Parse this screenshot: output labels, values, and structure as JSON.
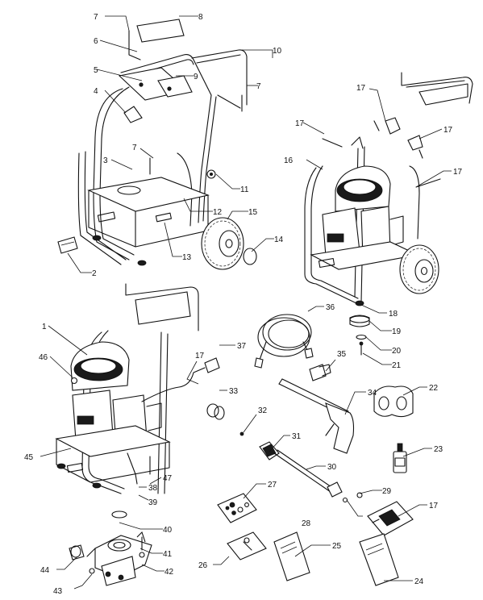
{
  "diagram": {
    "part_numbers": [
      "1",
      "2",
      "3",
      "4",
      "5",
      "6",
      "7",
      "8",
      "9",
      "10",
      "11",
      "12",
      "13",
      "14",
      "15",
      "16",
      "17",
      "18",
      "19",
      "20",
      "21",
      "22",
      "23",
      "24",
      "25",
      "26",
      "27",
      "28",
      "29",
      "30",
      "31",
      "32",
      "33",
      "34",
      "35",
      "36",
      "37",
      "38",
      "39",
      "40",
      "41",
      "42",
      "43",
      "44",
      "45",
      "46",
      "47"
    ]
  },
  "icons": {
    "frame": "frame-assembly-icon",
    "engine": "engine-icon",
    "wheel": "wheel-icon",
    "pump": "pump-icon",
    "wand": "spray-wand-icon",
    "gun": "spray-gun-icon",
    "hose": "high-pressure-hose-icon",
    "oil": "oil-bottle-icon",
    "manual": "manual-icon",
    "nozzle_kit": "nozzle-kit-icon"
  }
}
